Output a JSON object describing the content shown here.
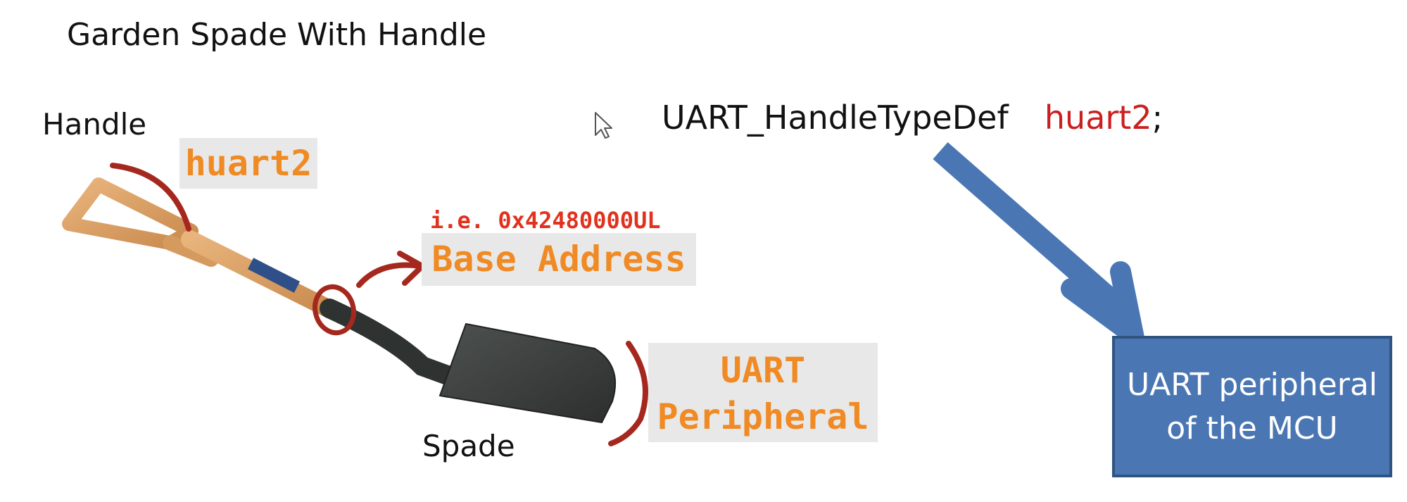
{
  "title": "Garden Spade With Handle",
  "labels": {
    "handle": "Handle",
    "spade": "Spade"
  },
  "code": {
    "type": "UART_HandleTypeDef",
    "variable": "huart2",
    "terminator": ";"
  },
  "tags": {
    "handle_tag": "huart2",
    "address_example": "i.e. 0x42480000UL",
    "base_address": "Base Address",
    "peripheral_line1": "UART",
    "peripheral_line2": "Peripheral"
  },
  "mcu_box": {
    "line1": "UART peripheral",
    "line2": "of the MCU"
  },
  "colors": {
    "annotation_orange": "#f08a24",
    "annotation_red": "#e0321e",
    "marker_dark_red": "#a5281e",
    "code_var_red": "#cc1f1f",
    "arrow_blue": "#4a77b4",
    "box_blue": "#4a77b4",
    "tag_bg": "#e8e8e8"
  },
  "icons": {
    "cursor": "mouse-pointer-icon"
  }
}
